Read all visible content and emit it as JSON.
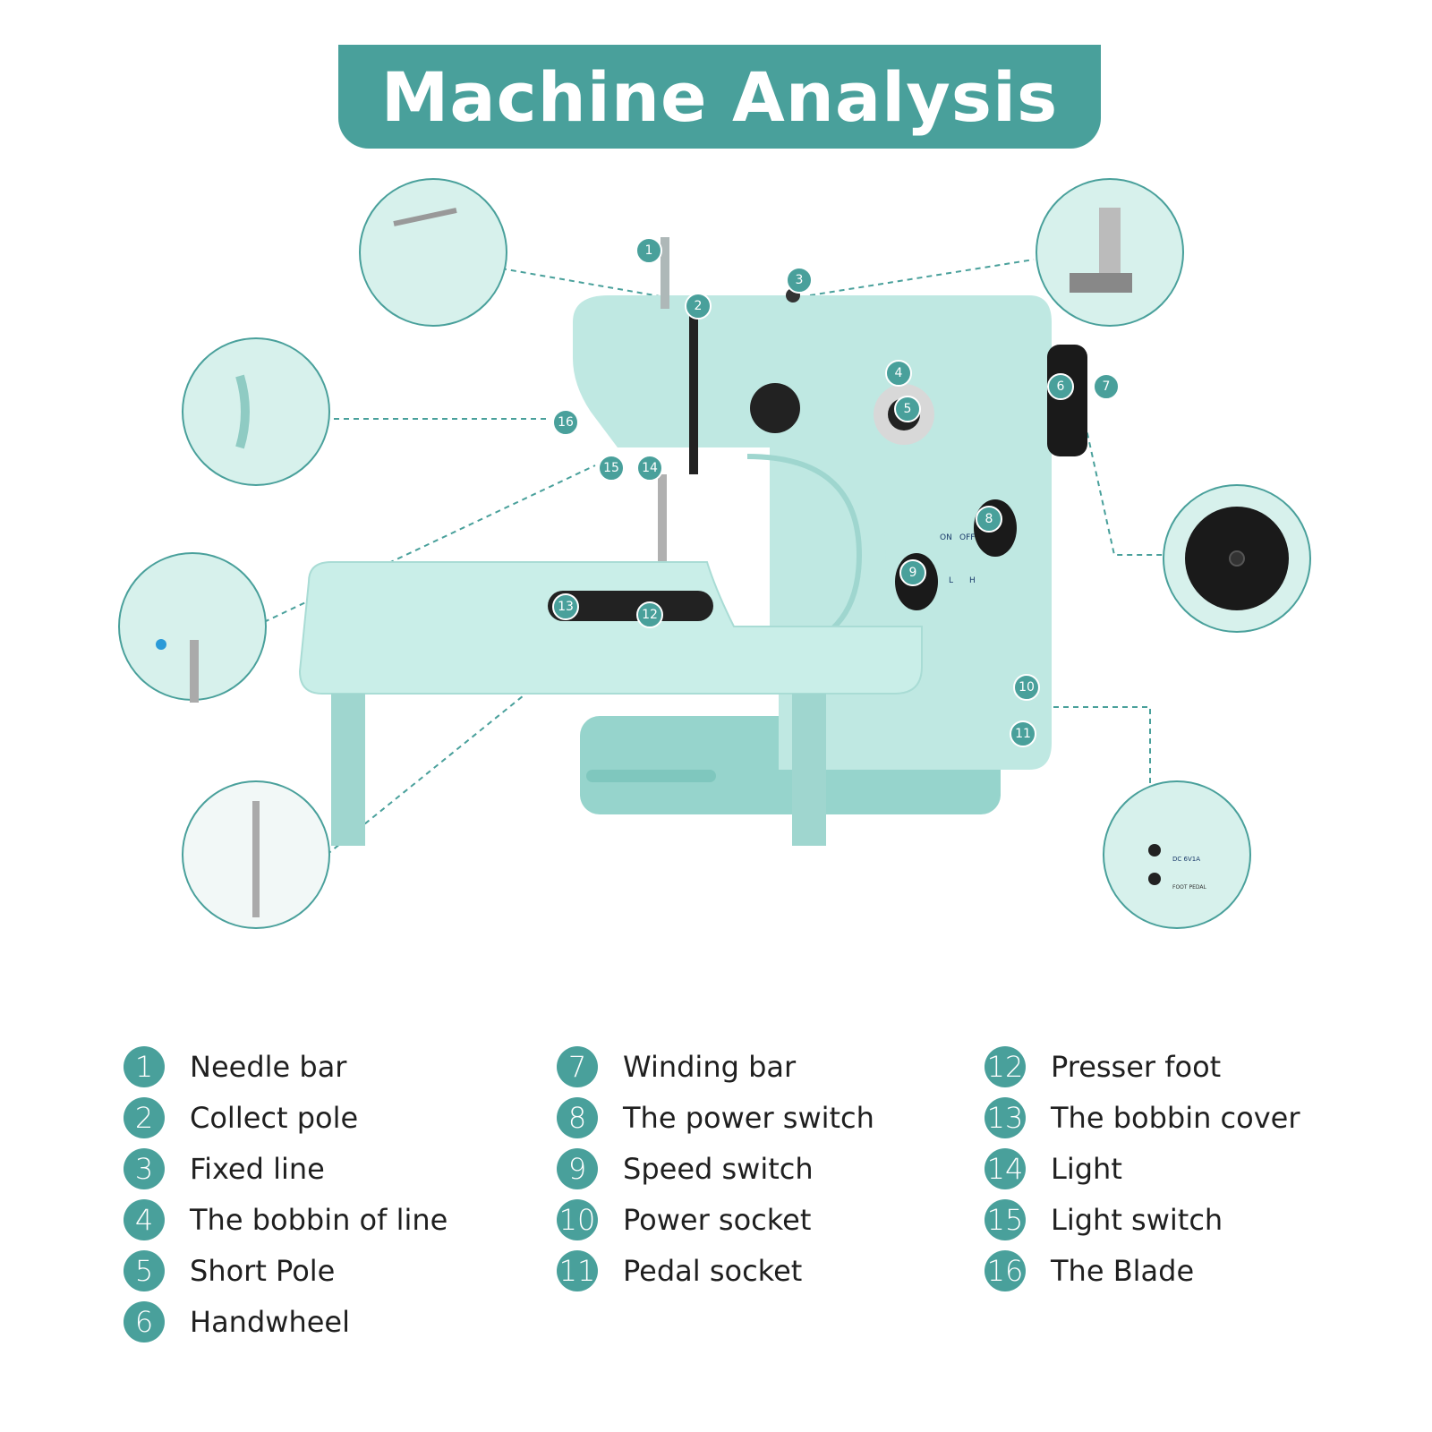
{
  "title": "Machine Analysis",
  "colors": {
    "accent": "#49a09b",
    "machine": "#bfe8e2",
    "machine_dark": "#96d4cc"
  },
  "markers": [
    "1",
    "2",
    "3",
    "4",
    "5",
    "6",
    "7",
    "8",
    "9",
    "10",
    "11",
    "12",
    "13",
    "14",
    "15",
    "16"
  ],
  "machine_labels": {
    "on": "ON",
    "off": "OFF",
    "low": "L",
    "high": "H"
  },
  "socket_labels": {
    "dc": "DC 6V1A",
    "pedal": "FOOT PEDAL"
  },
  "legend": [
    {
      "num": "1",
      "label": "Needle bar"
    },
    {
      "num": "2",
      "label": "Collect pole"
    },
    {
      "num": "3",
      "label": "Fixed line"
    },
    {
      "num": "4",
      "label": "The bobbin of line"
    },
    {
      "num": "5",
      "label": "Short Pole"
    },
    {
      "num": "6",
      "label": "Handwheel"
    },
    {
      "num": "7",
      "label": "Winding bar"
    },
    {
      "num": "8",
      "label": "The power switch"
    },
    {
      "num": "9",
      "label": "Speed switch"
    },
    {
      "num": "10",
      "label": "Power socket"
    },
    {
      "num": "11",
      "label": "Pedal socket"
    },
    {
      "num": "12",
      "label": "Presser foot"
    },
    {
      "num": "13",
      "label": "The bobbin cover"
    },
    {
      "num": "14",
      "label": "Light"
    },
    {
      "num": "15",
      "label": "Light switch"
    },
    {
      "num": "16",
      "label": "The Blade"
    }
  ]
}
